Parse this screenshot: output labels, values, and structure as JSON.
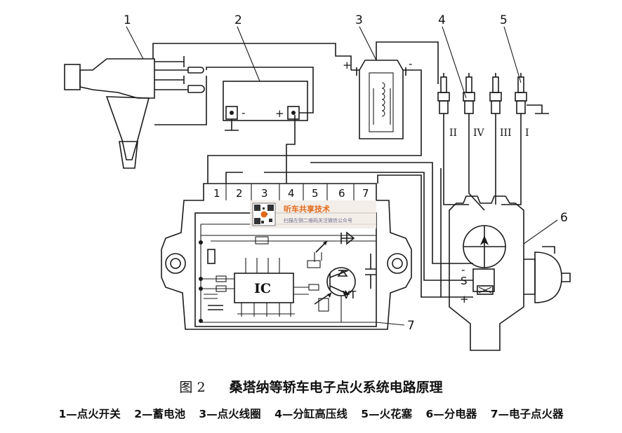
{
  "callouts": [
    "1",
    "2",
    "3",
    "4",
    "5",
    "6",
    "7"
  ],
  "module_pins": [
    "1",
    "2",
    "3",
    "4",
    "5",
    "6",
    "7"
  ],
  "plug_labels": [
    "II",
    "IV",
    "III",
    "I"
  ],
  "battery_labels": {
    "minus": "-",
    "plus": "+"
  },
  "coil_labels": {
    "plus": "+",
    "minus": "-"
  },
  "ic_label": "IC",
  "transistor_label": "VT",
  "hall_labels": {
    "minus": "-",
    "signal": "S",
    "plus": "+"
  },
  "watermark": {
    "title": "听车共享技术",
    "subtitle": "扫描左侧二维码关注微信公众号"
  },
  "caption": {
    "figure": "图 2",
    "title": "桑塔纳等轿车电子点火系统电路原理",
    "legend": [
      "1—点火开关",
      "2—蓄电池",
      "3—点火线圈",
      "4—分缸高压线",
      "5—火花塞",
      "6—分电器",
      "7—电子点火器"
    ]
  },
  "colors": {
    "ink": "#1a1a1a",
    "watermark_accent": "#e06a1a"
  }
}
